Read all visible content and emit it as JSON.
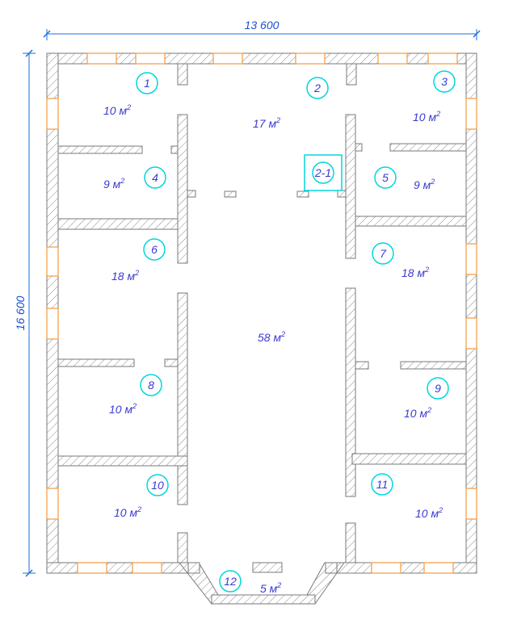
{
  "dimensions": {
    "width": "13 600",
    "height": "16 600"
  },
  "area_unit": "м²",
  "colors": {
    "wall": "#7a7a7a",
    "window": "#f59a3c",
    "marker": "#00d6dd",
    "label": "#3a3ad0",
    "dimension": "#1a6fe0"
  },
  "rooms": [
    {
      "id": "1",
      "area": "10 м"
    },
    {
      "id": "2",
      "area": "17 м"
    },
    {
      "id": "2-1",
      "area": ""
    },
    {
      "id": "3",
      "area": "10 м"
    },
    {
      "id": "4",
      "area": "9 м"
    },
    {
      "id": "5",
      "area": "9 м"
    },
    {
      "id": "6",
      "area": "18 м"
    },
    {
      "id": "7",
      "area": "18 м"
    },
    {
      "id": "8",
      "area": "10 м"
    },
    {
      "id": "9",
      "area": "10 м"
    },
    {
      "id": "10",
      "area": "10 м"
    },
    {
      "id": "11",
      "area": "10 м"
    },
    {
      "id": "12",
      "area": "5 м"
    },
    {
      "id": "",
      "area": "58 м"
    }
  ],
  "superscript": "2"
}
